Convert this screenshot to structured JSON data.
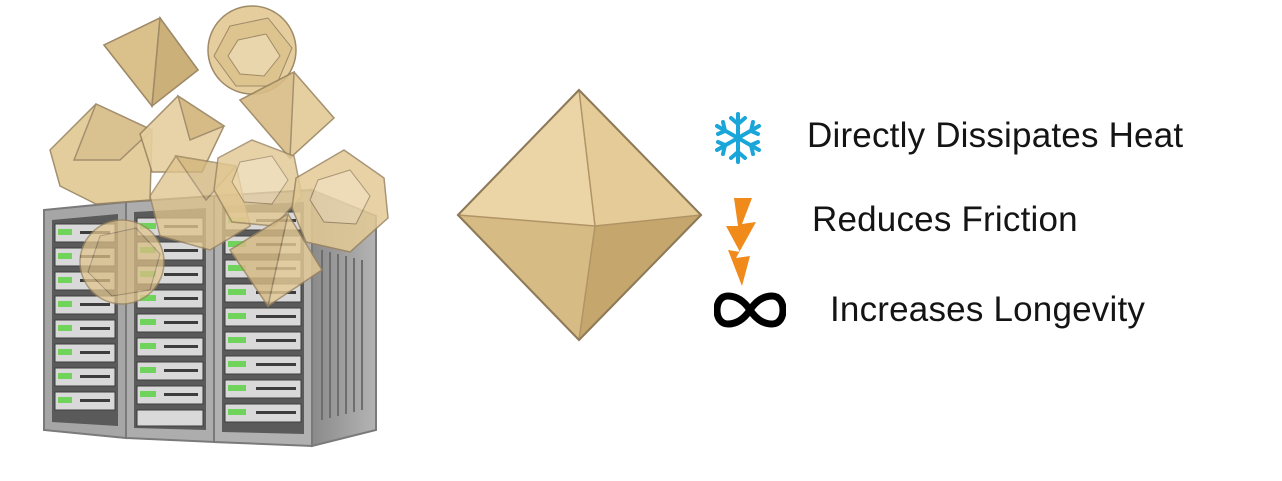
{
  "benefits": [
    {
      "label": "Directly Dissipates Heat",
      "icon": "snowflake-icon",
      "color": "#1aa6d9"
    },
    {
      "label": "Reduces Friction",
      "icon": "lightning-icon",
      "color": "#ef8a1b"
    },
    {
      "label": "Increases Longevity",
      "icon": "infinity-icon",
      "color": "#000000"
    }
  ],
  "colors": {
    "particle": "#e3c995",
    "rack": "#9c9c9c",
    "led": "#6fd35c"
  }
}
